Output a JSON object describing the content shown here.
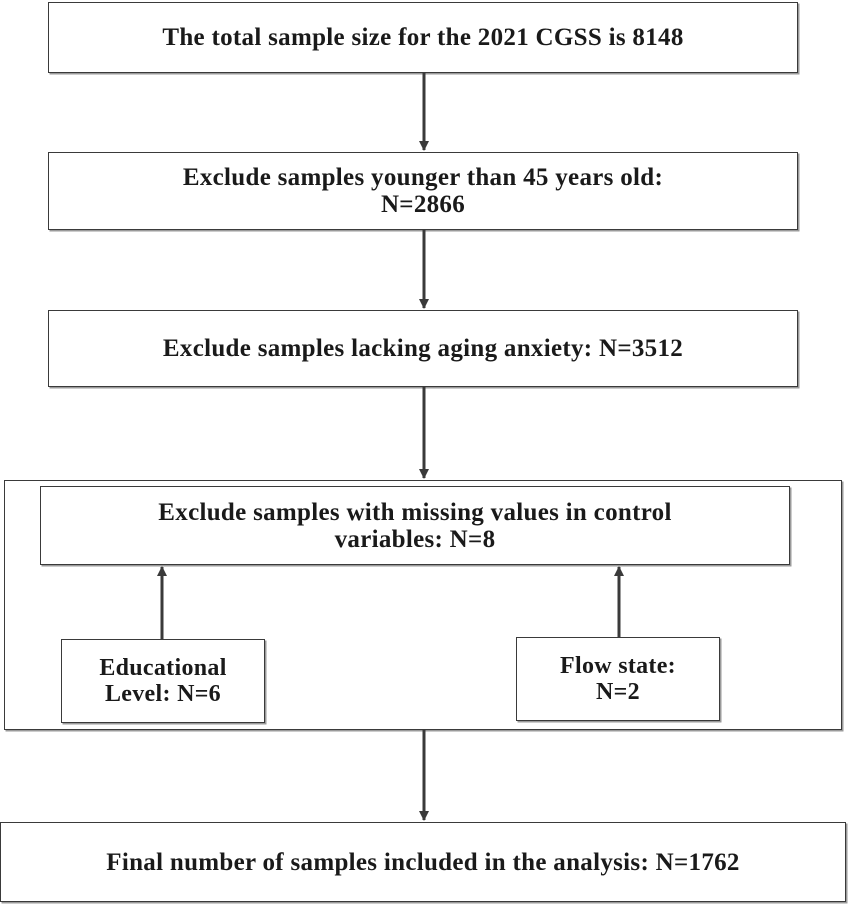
{
  "diagram": {
    "nodes": {
      "total": {
        "line1": "The total sample size for the 2021 CGSS is 8148"
      },
      "exclude_age": {
        "line1": "Exclude samples younger than 45 years old:",
        "line2": "N=2866"
      },
      "exclude_anxiety": {
        "line1": "Exclude samples lacking aging anxiety: N=3512"
      },
      "exclude_missing": {
        "line1": "Exclude samples with missing values in control",
        "line2": "variables: N=8"
      },
      "education": {
        "line1": "Educational",
        "line2": "Level: N=6"
      },
      "flow": {
        "line1": "Flow state:",
        "line2": "N=2"
      },
      "final": {
        "line1": "Final number of samples included in the analysis: N=1762"
      }
    },
    "edges": [
      {
        "from": "total",
        "to": "exclude_age"
      },
      {
        "from": "exclude_age",
        "to": "exclude_anxiety"
      },
      {
        "from": "exclude_anxiety",
        "to": "exclude_missing"
      },
      {
        "from": "education",
        "to": "exclude_missing"
      },
      {
        "from": "flow",
        "to": "exclude_missing"
      },
      {
        "from": "exclude_missing",
        "to": "final"
      }
    ]
  }
}
